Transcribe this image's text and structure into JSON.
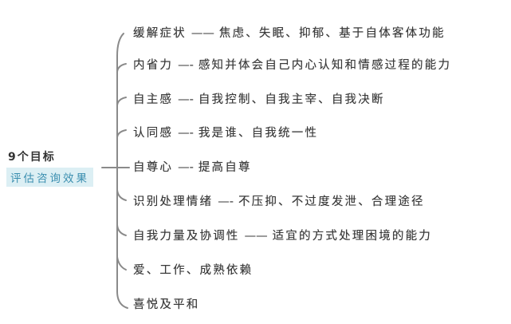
{
  "root": {
    "title": "9个目标",
    "subtitle": "评估咨询效果",
    "subtitle_bg": "#dcefF4",
    "subtitle_color": "#3c8fb0"
  },
  "branches": [
    {
      "label": "缓解症状",
      "dash": "——",
      "detail": "焦虑、失眠、抑郁、基于自体客体功能"
    },
    {
      "label": "内省力",
      "dash": "—-",
      "detail": "感知并体会自己内心认知和情感过程的能力"
    },
    {
      "label": "自主感",
      "dash": "—-",
      "detail": "自我控制、自我主宰、自我决断"
    },
    {
      "label": "认同感",
      "dash": "—-",
      "detail": "我是谁、自我统一性"
    },
    {
      "label": "自尊心",
      "dash": "—-",
      "detail": "提高自尊"
    },
    {
      "label": "识别处理情绪",
      "dash": "—-",
      "detail": "不压抑、不过度发泄、合理途径"
    },
    {
      "label": "自我力量及协调性",
      "dash": "——",
      "detail": "适宜的方式处理困境的能力"
    },
    {
      "label": "爱、工作、成熟依赖",
      "dash": "",
      "detail": ""
    },
    {
      "label": "喜悦及平和",
      "dash": "",
      "detail": ""
    }
  ],
  "connector_color": "#8a8a8a"
}
